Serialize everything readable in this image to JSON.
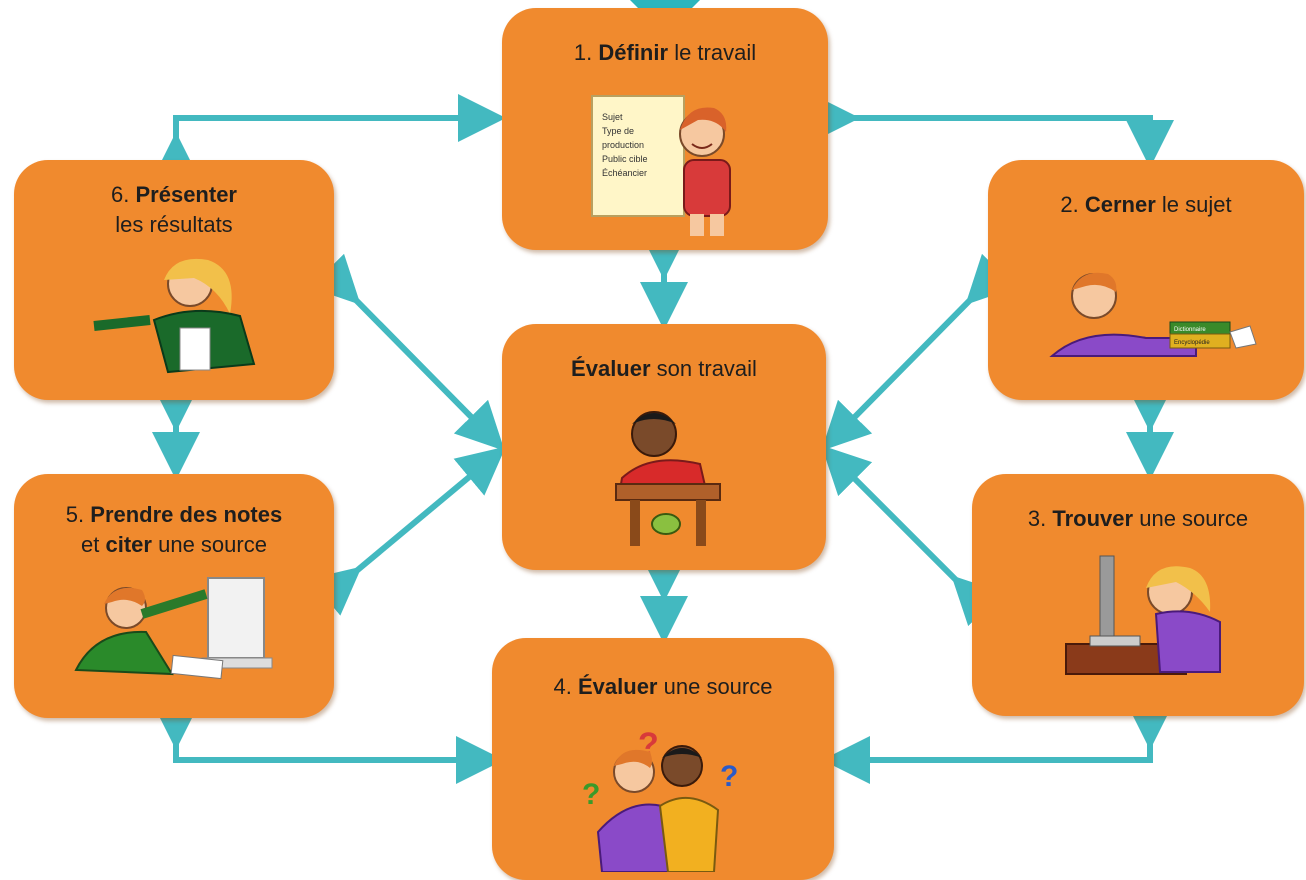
{
  "accent_color": "#43b9c0",
  "box_color": "#f08a2e",
  "steps": {
    "define": {
      "num": "1.",
      "bold": "Définir",
      "rest": "le travail",
      "board_lines": [
        "Sujet",
        "Type de",
        "production",
        "Public cible",
        "Échéancier"
      ]
    },
    "scope": {
      "num": "2.",
      "bold": "Cerner",
      "rest": "le sujet",
      "book_labels": [
        "Dictionnaire",
        "Encyclopédie"
      ]
    },
    "find": {
      "num": "3.",
      "bold": "Trouver",
      "rest": "une source"
    },
    "assess": {
      "num": "4.",
      "bold": "Évaluer",
      "rest": "une source"
    },
    "notes": {
      "num": "5.",
      "bold": "Prendre des notes",
      "line2_bold": "citer",
      "line2_pre": "et",
      "rest": "une source"
    },
    "present": {
      "num": "6.",
      "bold": "Présenter",
      "rest": "les résultats"
    },
    "evaluate": {
      "bold": "Évaluer",
      "rest": "son travail"
    }
  },
  "icons": [
    "girl-with-board-icon",
    "boy-reading-books-icon",
    "girl-at-computer-icon",
    "kids-with-question-marks-icon",
    "boy-pointing-at-screen-icon",
    "presenter-icon",
    "thinking-student-icon"
  ]
}
